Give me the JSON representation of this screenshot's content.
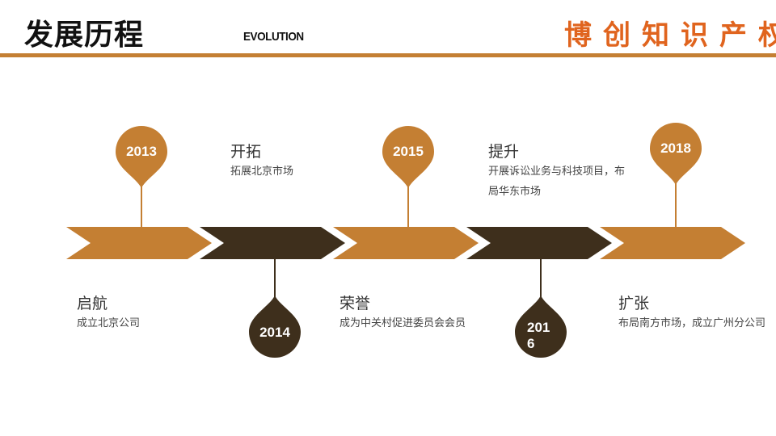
{
  "header": {
    "title": "发展历程",
    "subtitle": "EVOLUTION",
    "brand": "博创知识产权"
  },
  "colors": {
    "accent": "#c47f33",
    "dark": "#3e2f1c",
    "brand": "#e0641e"
  },
  "milestones": [
    {
      "year": "2013",
      "title": "启航",
      "description": "成立北京公司",
      "color": "accent"
    },
    {
      "year": "2014",
      "title": "开拓",
      "description": "拓展北京市场",
      "color": "dark"
    },
    {
      "year": "2015",
      "title": "荣誉",
      "description": "成为中关村促进委员会会员",
      "color": "accent"
    },
    {
      "year": "2016",
      "title": "提升",
      "description": "开展诉讼业务与科技项目，布局华东市场",
      "color": "dark"
    },
    {
      "year": "2018",
      "title": "扩张",
      "description": "布局南方市场，成立广州分公司",
      "color": "accent"
    }
  ]
}
